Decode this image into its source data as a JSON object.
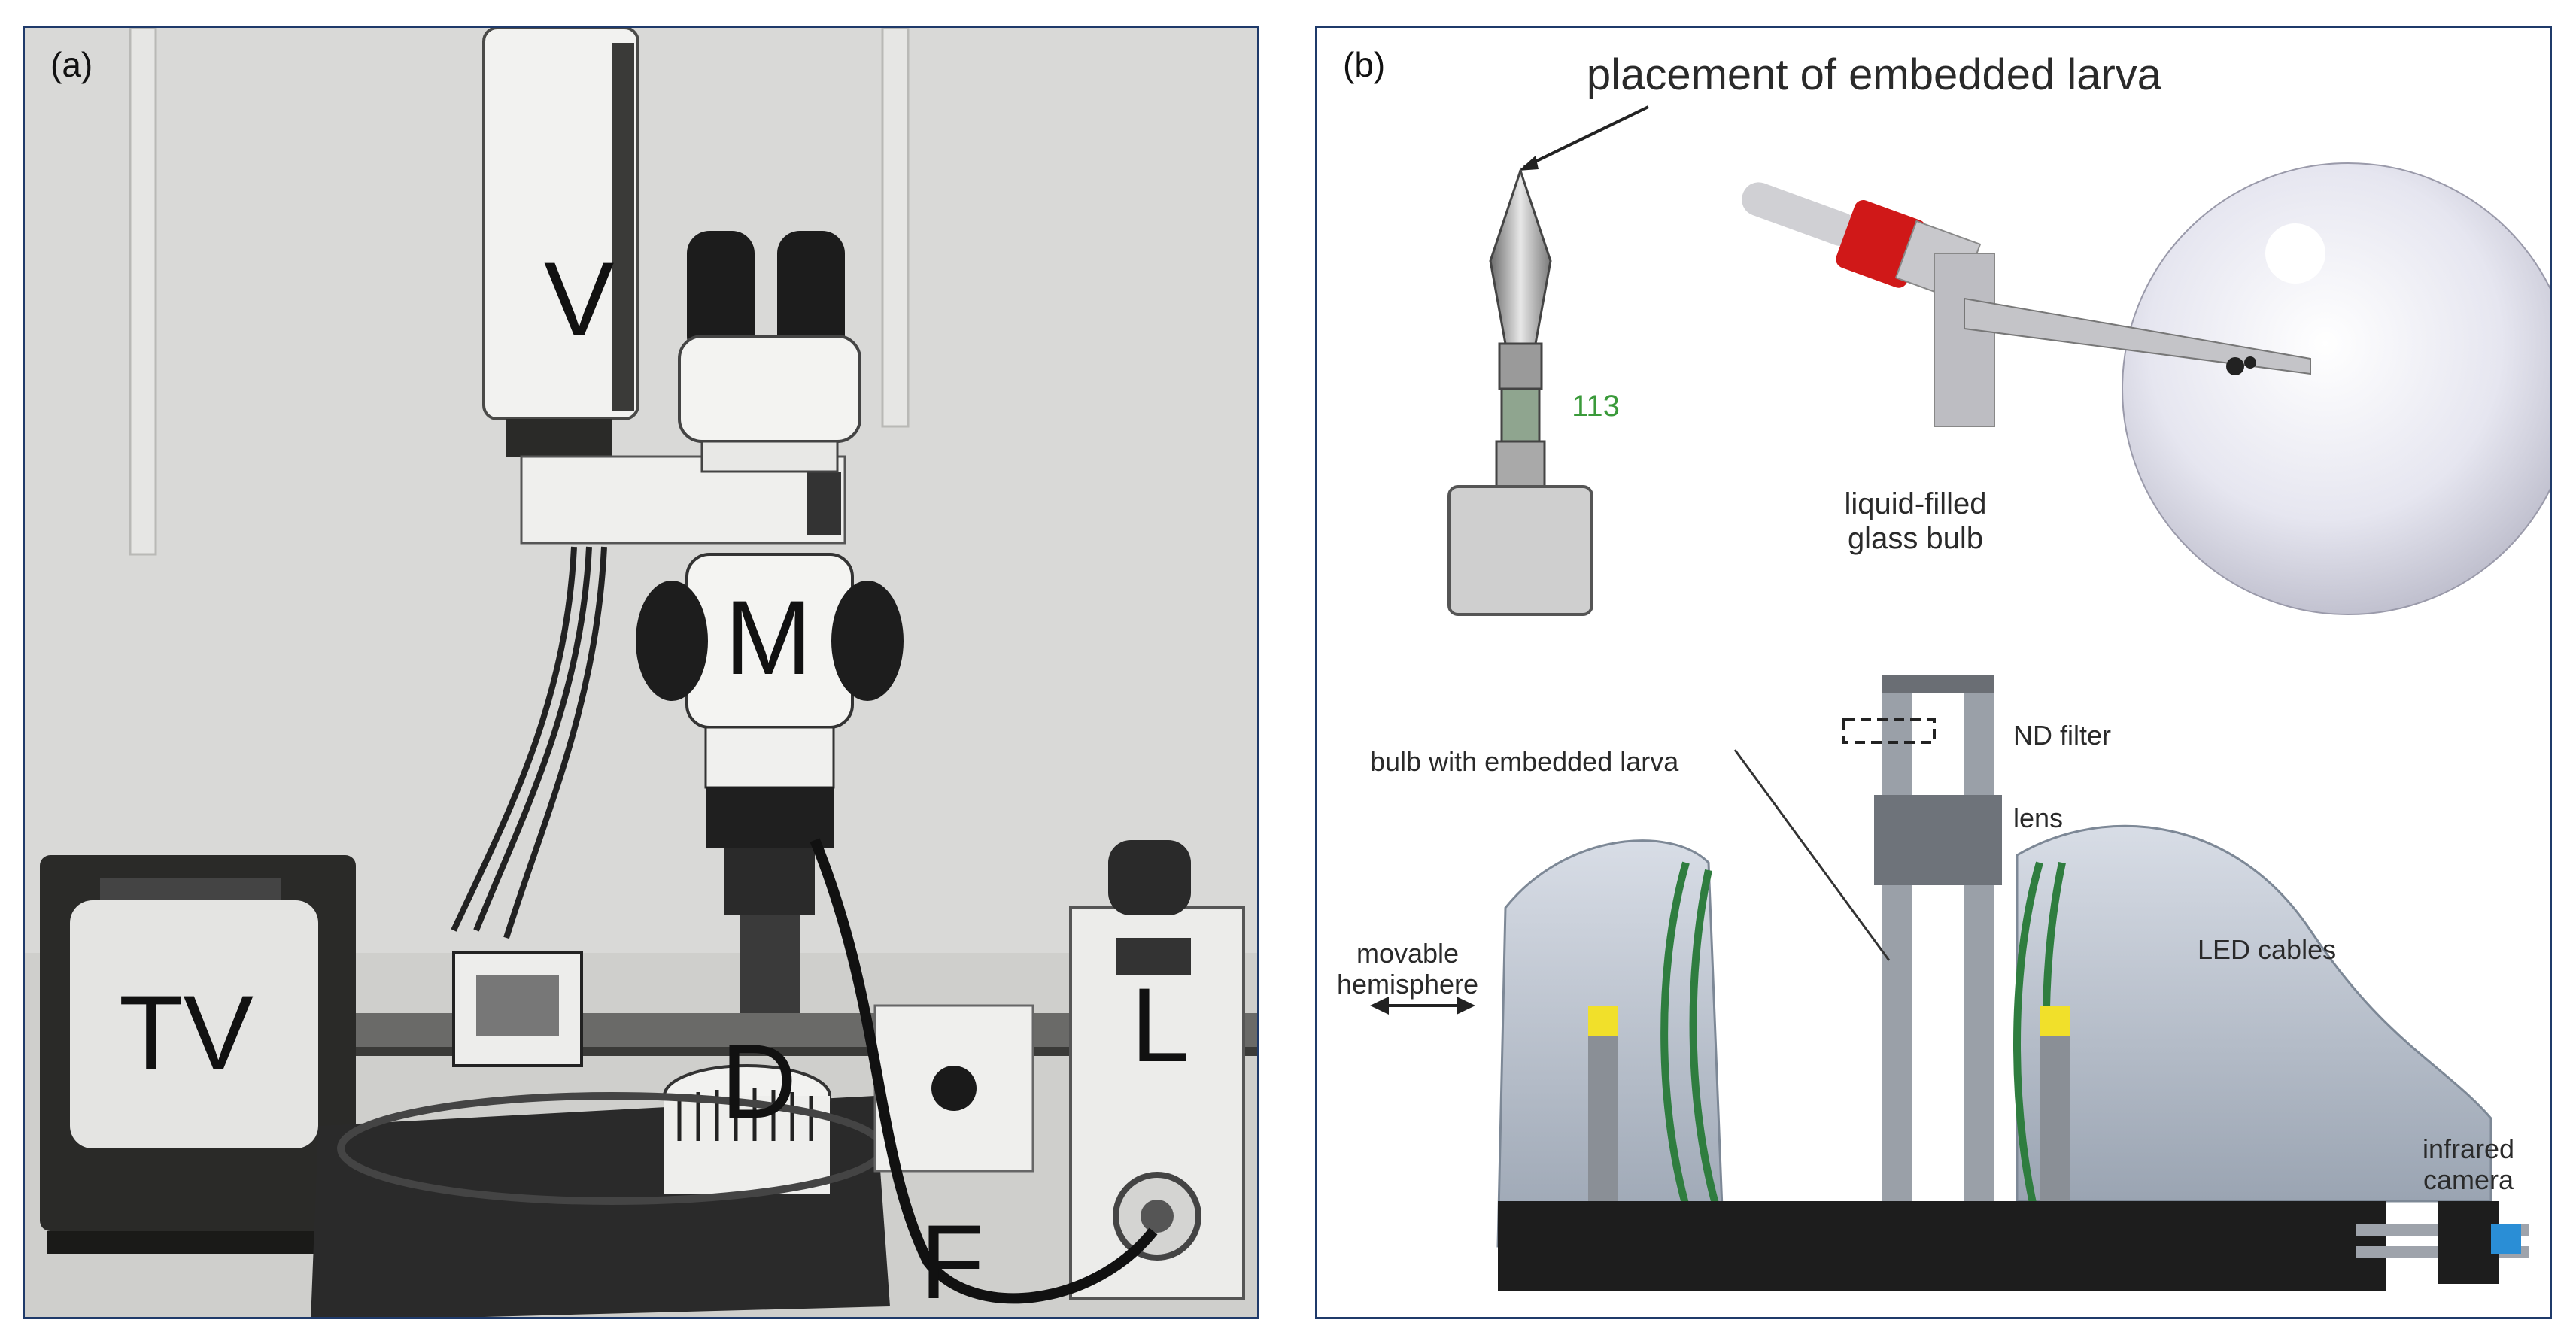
{
  "figure": {
    "panels": [
      {
        "letter": "(a)",
        "photo_labels": {
          "v": "V",
          "m": "M",
          "tv": "TV",
          "d": "D",
          "l": "L",
          "f": "F"
        }
      },
      {
        "letter": "(b)",
        "labels": {
          "placement": "placement of embedded larva",
          "bulb_line1": "liquid-filled",
          "bulb_line2": "glass bulb",
          "bulb_embedded": "bulb with embedded larva",
          "nd_filter": "ND filter",
          "lens": "lens",
          "movable_line1": "movable",
          "movable_line2": "hemisphere",
          "led_cables": "LED cables",
          "camera_line1": "infrared",
          "camera_line2": "camera",
          "vial_code": "113"
        }
      }
    ]
  }
}
